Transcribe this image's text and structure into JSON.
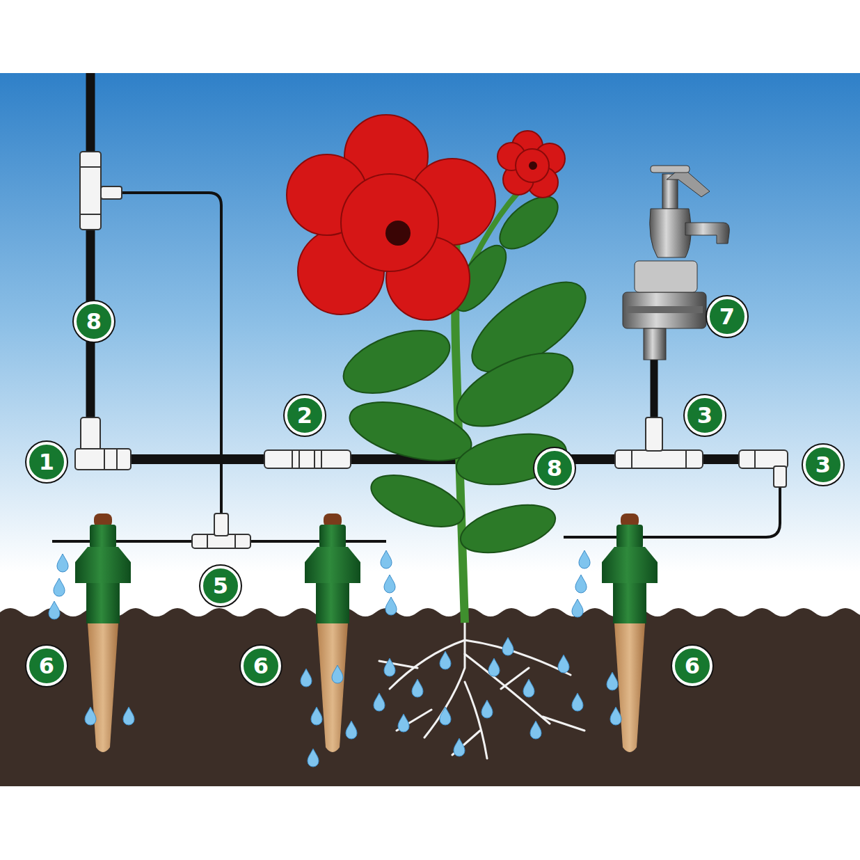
{
  "diagram": {
    "nodes": [
      {
        "text": [
          "8"
        ]
      },
      {
        "text": [
          "7"
        ]
      },
      {
        "text": [
          "2"
        ]
      },
      {
        "text": [
          "3"
        ]
      },
      {
        "text": [
          "1"
        ]
      },
      {
        "text": [
          "8"
        ]
      },
      {
        "text": [
          "3"
        ]
      },
      {
        "text": [
          "5"
        ]
      },
      {
        "text": [
          "6"
        ]
      },
      {
        "text": [
          "6"
        ]
      },
      {
        "text": [
          "6"
        ]
      }
    ]
  }
}
